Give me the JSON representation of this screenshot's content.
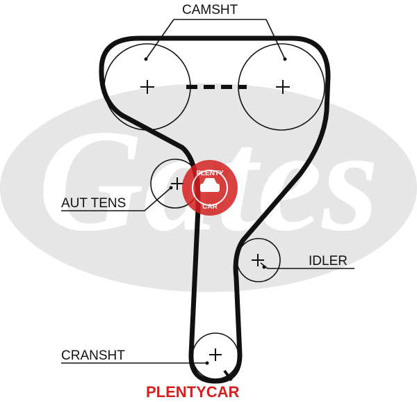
{
  "labels": {
    "camshaft": "CAMSHT",
    "auto_tensioner": "AUT TENS",
    "idler": "IDLER",
    "crankshaft": "CRANSHT"
  },
  "watermark": {
    "brand_text": "PLENTYCAR",
    "stamp_top": "PLENTY",
    "stamp_bottom": "CAR",
    "background_logo": "Gates"
  },
  "colors": {
    "belt": "#111111",
    "brand_red": "#d42020",
    "logo_grey": "#e6e6e6"
  }
}
